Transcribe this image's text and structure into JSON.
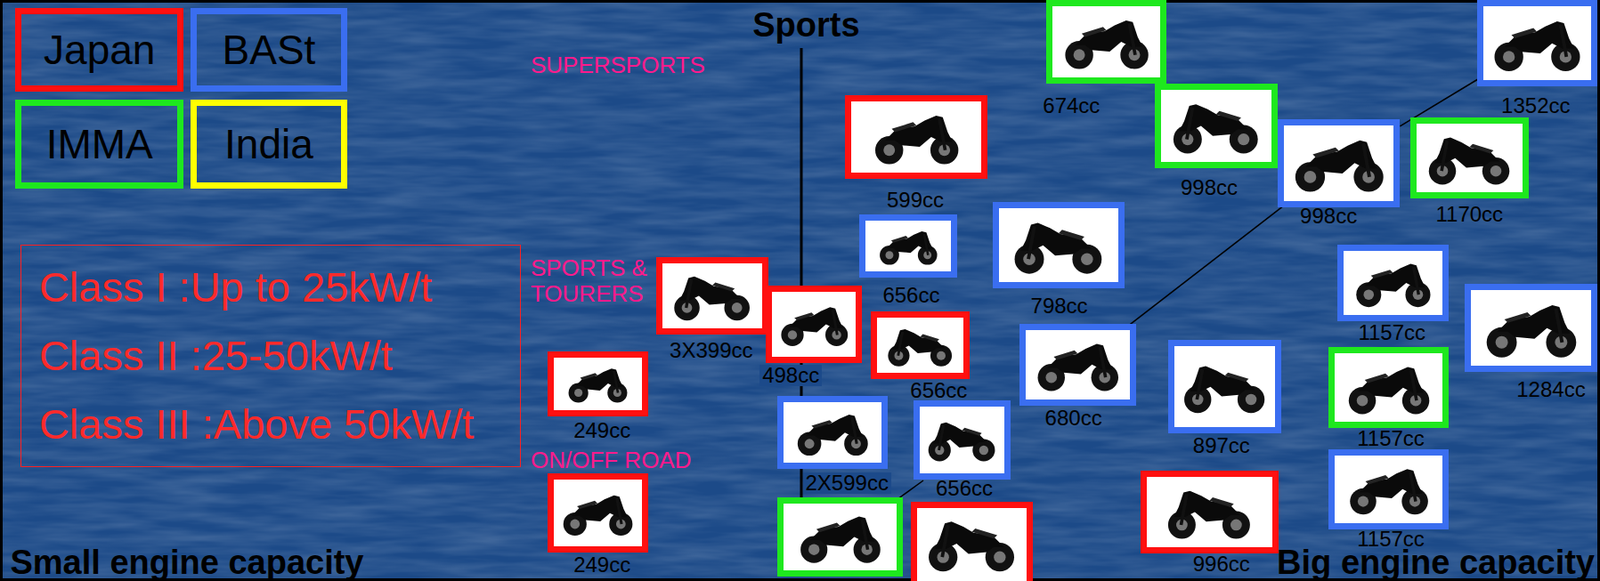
{
  "diagram": {
    "nodes": [
      {
        "text": [
          "Class I :Up to 25kW/t",
          "Class II :25-50kW/t",
          "Class III :Above 50kW/t"
        ]
      },
      {
        "text": [
          "674cc"
        ]
      },
      {
        "text": [
          "1352cc"
        ]
      },
      {
        "text": [
          "998cc"
        ]
      },
      {
        "text": [
          "599cc"
        ]
      },
      {
        "text": [
          "1170cc"
        ]
      },
      {
        "text": [
          "998cc"
        ]
      },
      {
        "text": [
          "798cc"
        ]
      },
      {
        "text": [
          "656cc"
        ]
      },
      {
        "text": [
          "1157cc"
        ]
      },
      {
        "text": [
          "3X399cc"
        ]
      },
      {
        "text": [
          "1284cc"
        ]
      },
      {
        "text": [
          "498cc"
        ]
      },
      {
        "text": [
          "656cc"
        ]
      },
      {
        "text": [
          "680cc"
        ]
      },
      {
        "text": [
          "897cc"
        ]
      },
      {
        "text": [
          "1157cc"
        ]
      },
      {
        "text": [
          "249cc"
        ]
      },
      {
        "text": [
          "2X599cc"
        ]
      },
      {
        "text": [
          "656cc"
        ]
      },
      {
        "text": [
          "1157cc"
        ]
      },
      {
        "text": [
          "996cc"
        ]
      },
      {
        "text": [
          "249cc"
        ]
      }
    ],
    "edges": [
      {
        "from": 2,
        "to": 6,
        "arrow": "none"
      },
      {
        "from": 6,
        "to": 14,
        "arrow": "none"
      }
    ],
    "labels": [
      "Sports",
      "SUPERSPORTS",
      "SPORTS & TOURERS",
      "ON/OFF ROAD",
      "Small engine capacity",
      "Big engine capacity"
    ],
    "legend": [
      {
        "text": "Japan",
        "color": "#ff1010"
      },
      {
        "text": "BASt",
        "color": "#3a6ef0"
      },
      {
        "text": "IMMA",
        "color": "#1ee81e"
      },
      {
        "text": "India",
        "color": "#ffff00"
      }
    ]
  }
}
